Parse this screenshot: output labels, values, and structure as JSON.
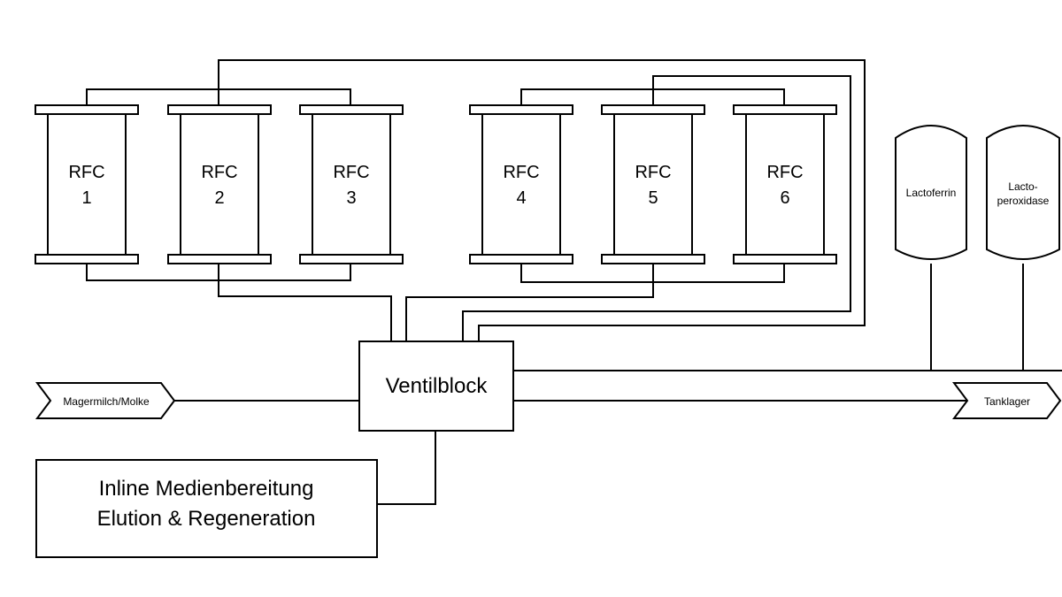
{
  "columns": [
    {
      "label_top": "RFC",
      "label_num": "1"
    },
    {
      "label_top": "RFC",
      "label_num": "2"
    },
    {
      "label_top": "RFC",
      "label_num": "3"
    },
    {
      "label_top": "RFC",
      "label_num": "4"
    },
    {
      "label_top": "RFC",
      "label_num": "5"
    },
    {
      "label_top": "RFC",
      "label_num": "6"
    }
  ],
  "valve_block": {
    "label": "Ventilblock"
  },
  "input": {
    "label": "Magermilch/Molke"
  },
  "output": {
    "label": "Tanklager"
  },
  "tanks": [
    {
      "label_line1": "Lactoferrin",
      "label_line2": ""
    },
    {
      "label_line1": "Lacto-",
      "label_line2": "peroxidase"
    }
  ],
  "media": {
    "line1": "Inline Medienbereitung",
    "line2": "Elution & Regeneration"
  }
}
